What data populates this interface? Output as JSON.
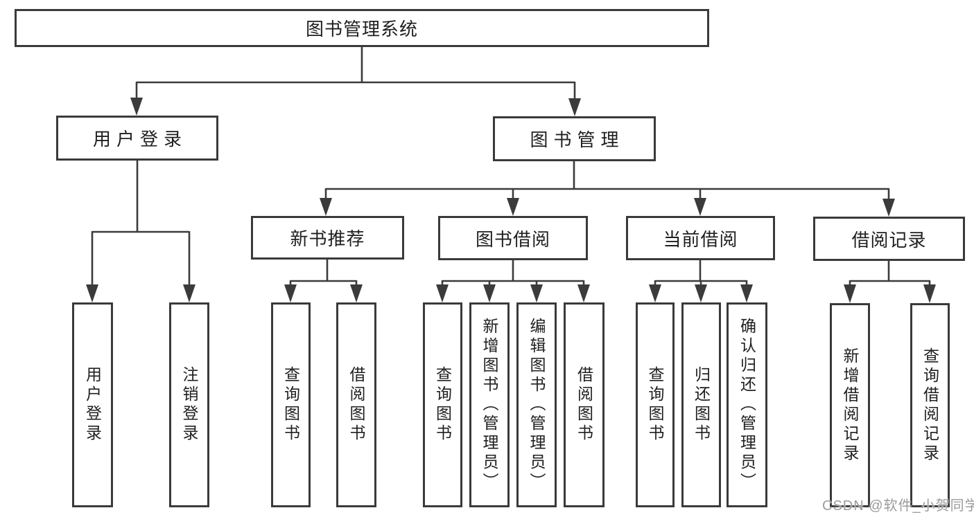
{
  "nodes": {
    "root": "图书管理系统",
    "level2": [
      "用户登录",
      "图书管理"
    ],
    "level3": [
      "新书推荐",
      "图书借阅",
      "当前借阅",
      "借阅记录"
    ],
    "leaves": [
      "用户登录",
      "注销登录",
      "查询图书",
      "借阅图书",
      "查询图书",
      "新增图书（管理员）",
      "编辑图书（管理员）",
      "借阅图书",
      "查询图书",
      "归还图书",
      "确认归还（管理员）",
      "新增借阅记录",
      "查询借阅记录"
    ]
  },
  "hierarchy": {
    "图书管理系统": [
      "用户登录",
      "图书管理"
    ],
    "用户登录": [
      "用户登录",
      "注销登录"
    ],
    "图书管理": [
      "新书推荐",
      "图书借阅",
      "当前借阅",
      "借阅记录"
    ],
    "新书推荐": [
      "查询图书",
      "借阅图书"
    ],
    "图书借阅": [
      "查询图书",
      "新增图书（管理员）",
      "编辑图书（管理员）",
      "借阅图书"
    ],
    "当前借阅": [
      "查询图书",
      "归还图书",
      "确认归还（管理员）"
    ],
    "借阅记录": [
      "新增借阅记录",
      "查询借阅记录"
    ]
  },
  "watermark": "CSDN @软件_小贺同学",
  "colors": {
    "line": "#3b3b3b",
    "box_border": "#3a3a3a",
    "text": "#1f1f1f",
    "watermark": "#9b9b9b",
    "background": "#ffffff"
  }
}
